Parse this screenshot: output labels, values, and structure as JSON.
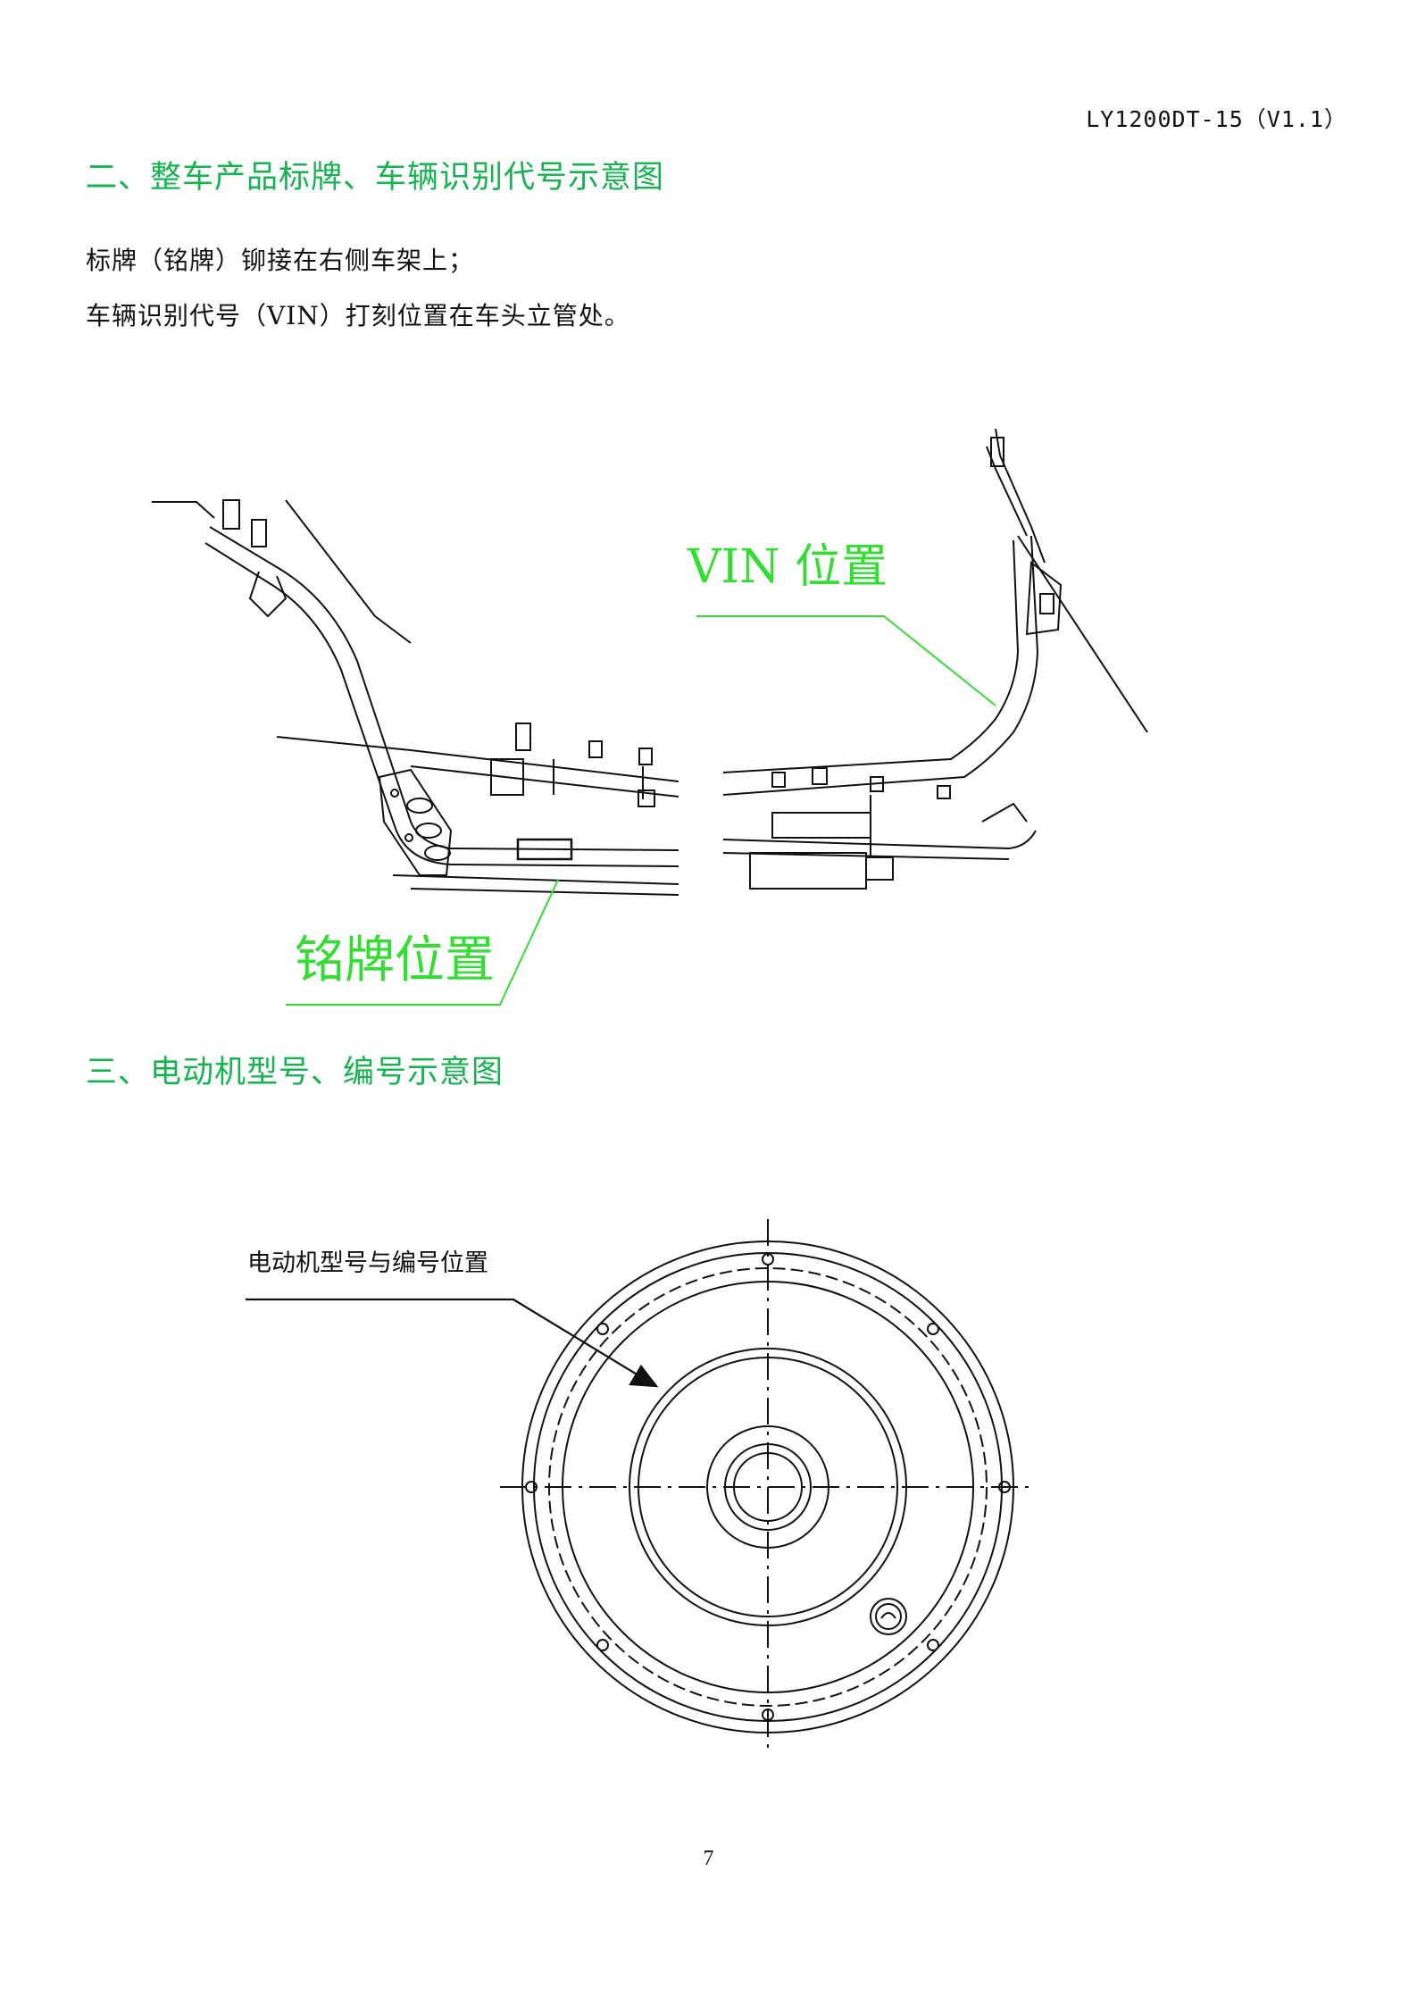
{
  "header": {
    "doc_code": "LY1200DT-15（V1.1）"
  },
  "section2": {
    "heading": "二、整车产品标牌、车辆识别代号示意图",
    "lines": [
      "标牌（铭牌）铆接在右侧车架上；",
      "车辆识别代号（VIN）打刻位置在车头立管处。"
    ],
    "nameplate_label": "铭牌位置",
    "vin_label": "VIN 位置"
  },
  "section3": {
    "heading": "三、电动机型号、编号示意图",
    "motor_label": "电动机型号与编号位置"
  },
  "footer": {
    "page_number": "7"
  },
  "colors": {
    "heading": "#16b450",
    "callout": "#33dd33",
    "line_art": "#111111"
  }
}
